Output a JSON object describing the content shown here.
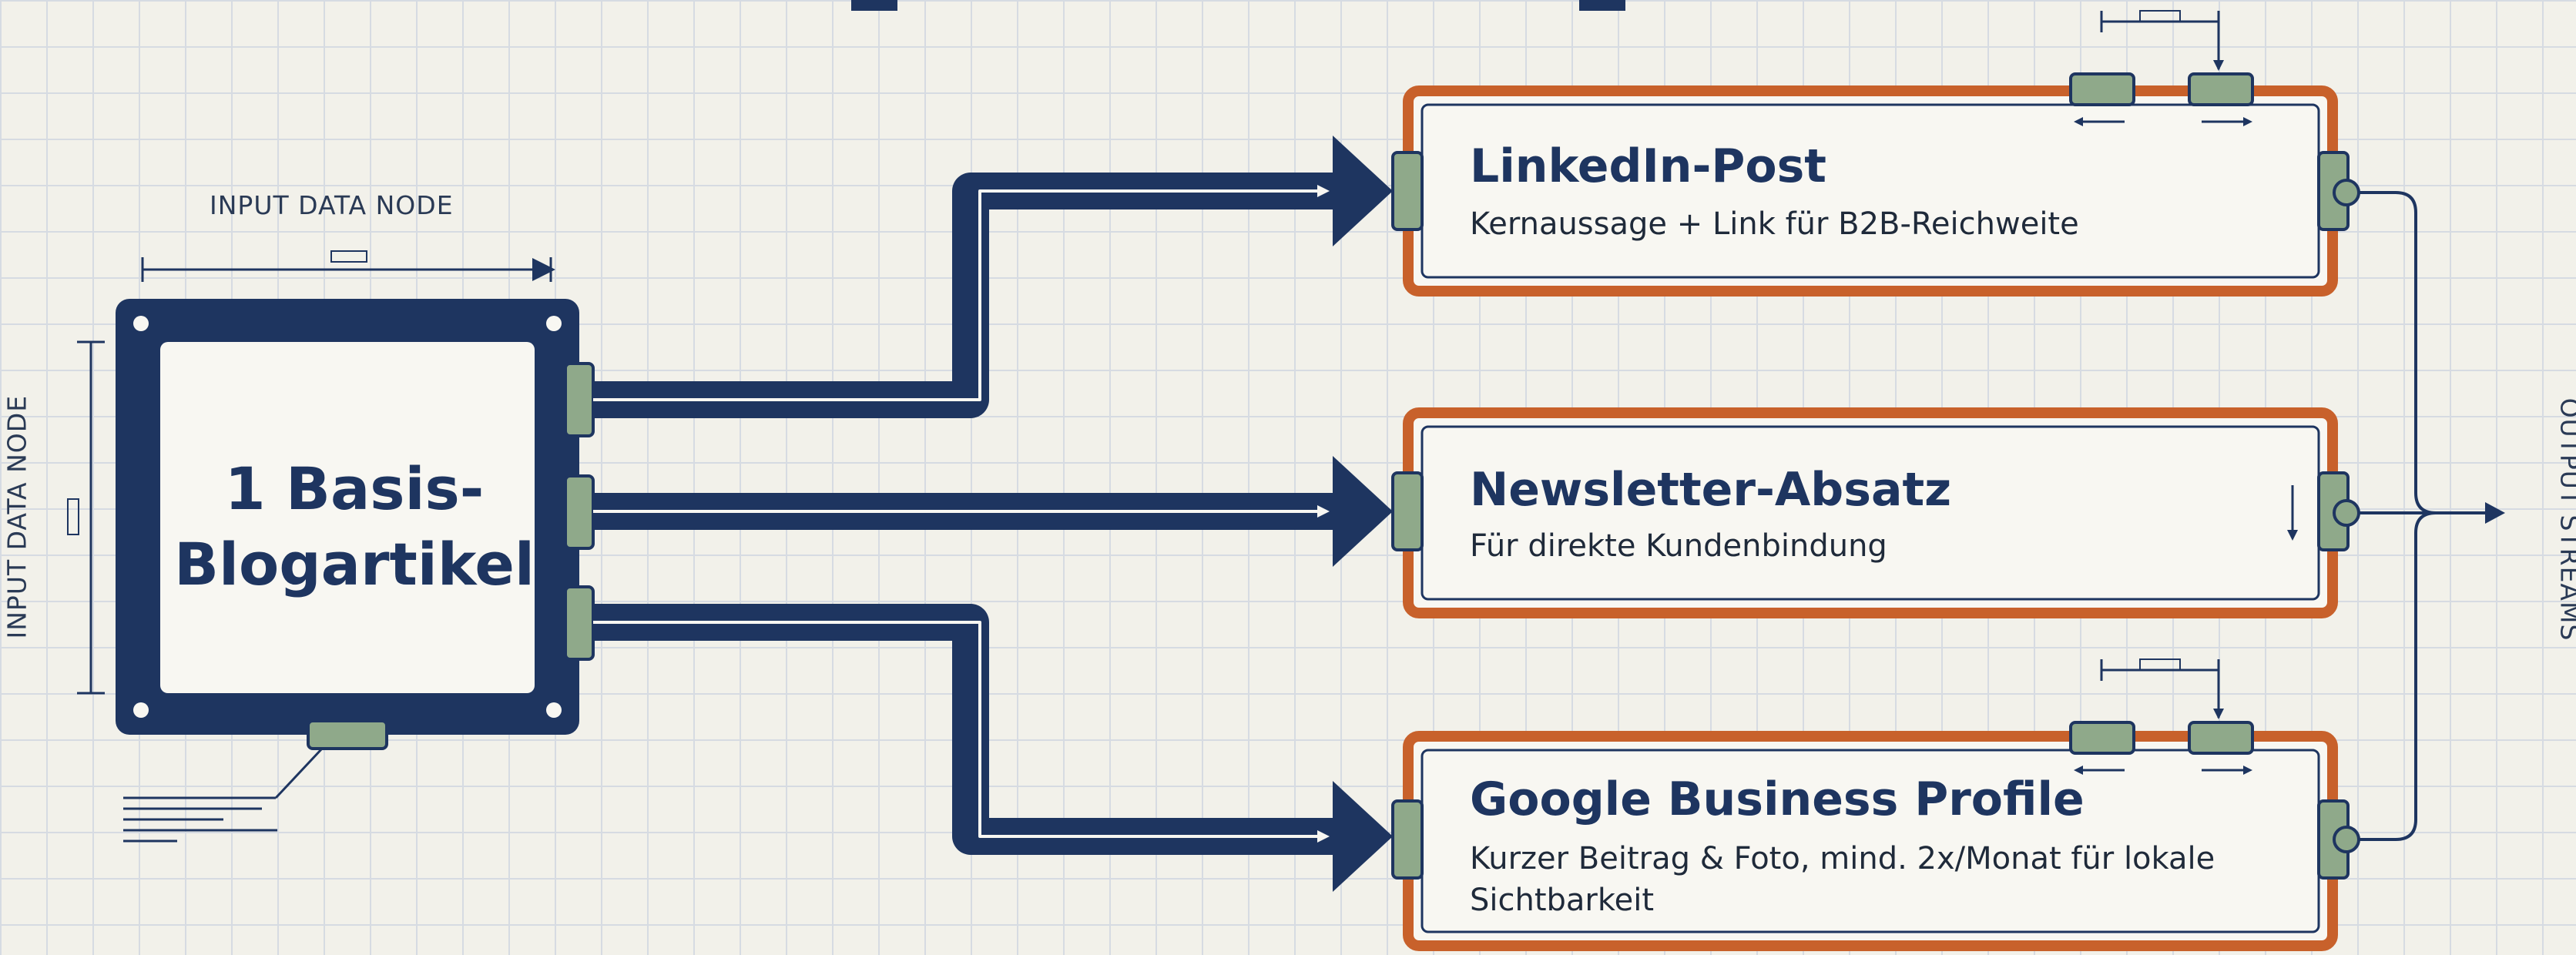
{
  "source": {
    "title": "1 Basis-Blogartikel",
    "top_label": "INPUT DATA NODE",
    "side_label": "INPUT DATA NODE"
  },
  "outputs": [
    {
      "title": "LinkedIn-Post",
      "subtitle": "Kernaussage + Link für B2B-Reichweite"
    },
    {
      "title": "Newsletter-Absatz",
      "subtitle": "Für direkte Kundenbindung"
    },
    {
      "title": "Google Business Profile",
      "subtitle": "Kurzer Beitrag & Foto, mind. 2x/Monat für lokale Sichtbarkeit"
    }
  ],
  "output_streams_label": "OUTPUT STREAMS",
  "colors": {
    "navy": "#1e3560",
    "orange": "#c8612b",
    "green_port": "#8fa98a",
    "panel": "#f8f7f2",
    "grid": "#d6dbe2"
  }
}
